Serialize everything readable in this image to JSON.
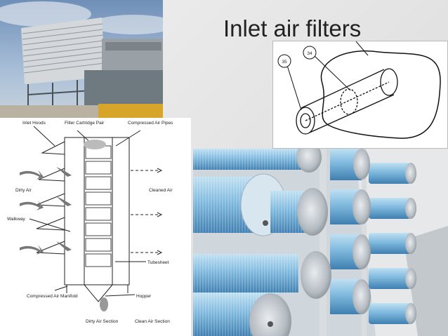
{
  "slide": {
    "title": "Inlet air filters"
  },
  "diagram_filterhouse": {
    "labels": {
      "inlet_hoods": "Inlet Hoods",
      "filter_cartridge_pair": "Filter Cartridge Pair",
      "compressed_air_pipes": "Compressed Air Pipes",
      "dirty_air": "Dirty Air",
      "cleaned_air": "Cleaned Air",
      "walkway": "Walkway",
      "tubesheet": "Tubesheet",
      "compressed_air_manifold": "Compressed Air Manifold",
      "hopper": "Hopper",
      "dirty_air_section": "Dirty Air Section",
      "clean_air_section": "Clean Air Section"
    }
  },
  "diagram_cartridge": {
    "callouts": [
      "35",
      "34"
    ]
  }
}
